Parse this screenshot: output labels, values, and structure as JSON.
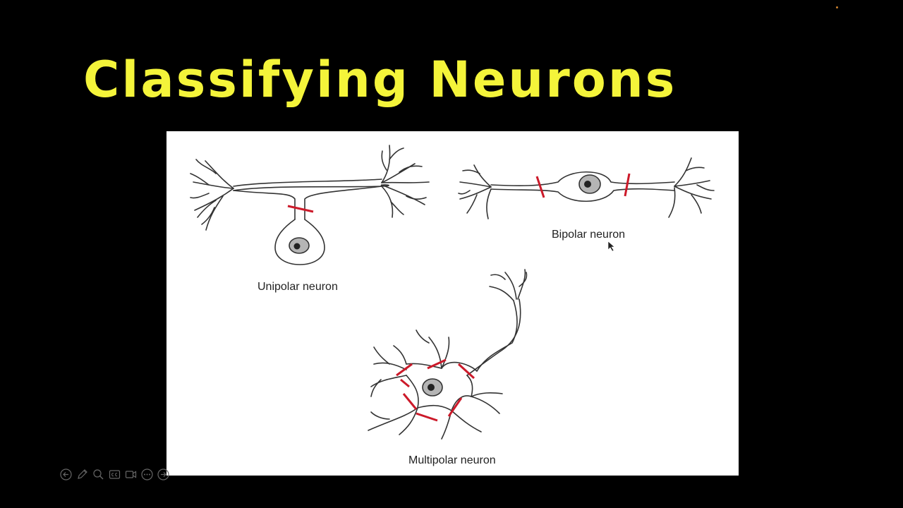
{
  "slide": {
    "title": "Classifying Neurons"
  },
  "figure": {
    "unipolar_label": "Unipolar neuron",
    "bipolar_label": "Bipolar neuron",
    "multipolar_label": "Multipolar neuron"
  },
  "toolbar": {
    "icons": [
      "previous-icon",
      "pen-icon",
      "zoom-icon",
      "captions-icon",
      "video-icon",
      "more-icon",
      "next-icon"
    ]
  },
  "colors": {
    "background": "#000000",
    "title": "#f4f43a",
    "marker": "#cc1a2a",
    "neuron_stroke": "#333333",
    "nucleus": "#b5b5b5"
  }
}
